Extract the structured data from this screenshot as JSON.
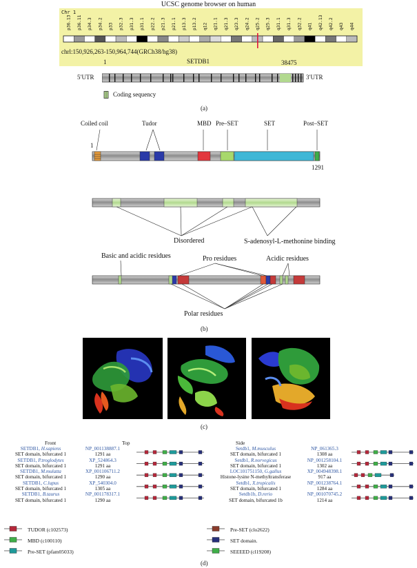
{
  "panel_a": {
    "header": "UCSC genome browser on human",
    "chr_label": "Chr 1",
    "bands": [
      "p36.13",
      "p36.11",
      "p34.3",
      "p34.2",
      "p33",
      "p32.3",
      "p31.3",
      "p31.1",
      "p22.2",
      "p21.3",
      "p21.1",
      "p13.3",
      "p13.2",
      "q12",
      "q21.1",
      "q21.3",
      "q23.3",
      "q24.2",
      "q25.2",
      "q25.3",
      "q31.1",
      "q31.3",
      "q32.2",
      "q41",
      "q42.13",
      "q42.2",
      "q43",
      "q44"
    ],
    "coords": "chrl:150,926,263-150,964,744(GRCh38/hg38)",
    "gene": "SETDB1",
    "left_utr": "5′UTR",
    "right_utr": "3′UTR",
    "start_num": "1",
    "end_num": "38475",
    "legend_label": "Coding sequency",
    "caption": "(a)"
  },
  "panel_b": {
    "domain_labels": {
      "coiled": "Coiled coil",
      "tudor": "Tudor",
      "mbd": "MBD",
      "preset": "Pre–SET",
      "set": "SET",
      "postset": "Post–SET"
    },
    "start_num": "1",
    "end_num": "1291",
    "disordered": "Disordered",
    "sam_binding": "S-adenosyl-L-methonine binding",
    "basic_acidic": "Basic and acidic residues",
    "pro_residues": "Pro residues",
    "acidic_residues": "Acidic residues",
    "polar_residues": "Polar residues",
    "caption": "(b)"
  },
  "panel_c": {
    "views": [
      "Front",
      "Top",
      "Side"
    ],
    "caption": "(c)"
  },
  "panel_d": {
    "col1": [
      {
        "name": "SETDB1,",
        "species": "H.sapiens",
        "desc": "SET domain, bifurcated 1"
      },
      {
        "name": "SETDB1,",
        "species": "P.troglodytes",
        "desc": "SET domain, bifurcated 1"
      },
      {
        "name": "SETDB1,",
        "species": "M.mulatta",
        "desc": "SET domain, bifurcated 1"
      },
      {
        "name": "SETDB1,",
        "species": "C.lupus",
        "desc": "SET domain, bifurcated 1"
      },
      {
        "name": "SETDB1,",
        "species": "B.taurus",
        "desc": "SET domain, bifurcated 1"
      }
    ],
    "col2": [
      {
        "acc": "NP_001138887.1",
        "len": "1291 aa"
      },
      {
        "acc": "XP_524864.3",
        "len": "1291 aa"
      },
      {
        "acc": "XP_001106711.2",
        "len": "1290 aa"
      },
      {
        "acc": "XP_540304.0",
        "len": "1305 aa"
      },
      {
        "acc": "NP_001178317.1",
        "len": "1290 aa"
      }
    ],
    "col3": [
      {
        "name": "Setdb1,",
        "species": "M.musculus",
        "desc": "SET domain, bifurcated 1"
      },
      {
        "name": "Setdb1,",
        "species": "R.norvegicus",
        "desc": "SET domain, bifurcated 1"
      },
      {
        "name": "LOC101751150,",
        "species": "G.gallus",
        "desc": "Histone-lysine N-methyltransferase"
      },
      {
        "name": "Setdb1,",
        "species": "X.tropicalis",
        "desc": "SET domain, bifurcated 1"
      },
      {
        "name": "Setdb1b,",
        "species": "D.rerio",
        "desc": "SET domain, bifurcated 1b"
      }
    ],
    "col4": [
      {
        "acc": "NP_061365.3",
        "len": "1308 aa"
      },
      {
        "acc": "NP_001258104.1",
        "len": "1302 aa"
      },
      {
        "acc": "XP_004948398.1",
        "len": "917 aa"
      },
      {
        "acc": "NP_001238764.1",
        "len": "1284 aa"
      },
      {
        "acc": "NP_001070745.2",
        "len": "1214 aa"
      }
    ],
    "legend": [
      {
        "label": "TUDOR (c102573)",
        "color": "#b5273a"
      },
      {
        "label": "Pre-SET (clo2622)",
        "color": "#8a3b2b"
      },
      {
        "label": "MBD (c100110)",
        "color": "#3fae48"
      },
      {
        "label": "SET domain.",
        "color": "#27307a"
      },
      {
        "label": "Pre-SET (pfam05033)",
        "color": "#1f9a9a"
      },
      {
        "label": "SEEEED (cl19208)",
        "color": "#3fae48"
      }
    ],
    "caption": "(d)"
  }
}
